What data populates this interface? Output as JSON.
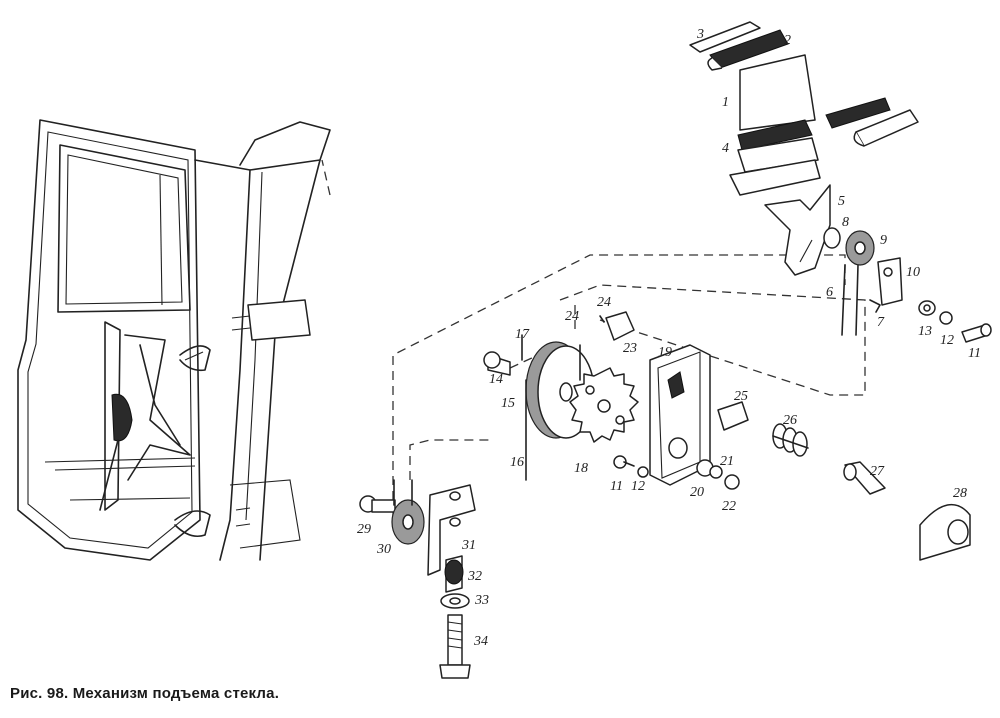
{
  "caption": "Рис. 98. Механизм подъема стекла.",
  "callouts": [
    "1",
    "2",
    "3",
    "4",
    "5",
    "6",
    "7",
    "8",
    "9",
    "10",
    "11",
    "11",
    "12",
    "12",
    "13",
    "14",
    "15",
    "16",
    "17",
    "18",
    "19",
    "20",
    "21",
    "22",
    "23",
    "24",
    "24",
    "25",
    "26",
    "27",
    "28",
    "29",
    "30",
    "31",
    "32",
    "33",
    "34"
  ]
}
